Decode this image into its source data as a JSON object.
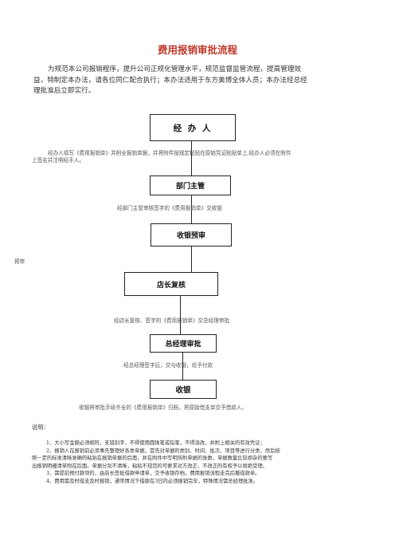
{
  "title": "费用报销审批流程",
  "intro": {
    "line1": "为规范本公司报销程序，提升公司正规化管理水平，规范监督监管流程，提高管理效",
    "line2": "益，特制定本办法，请各位同仁配合执行；本办法适用于东方美博全体人员；本办法经总经",
    "line3": "理批准后立即实行。"
  },
  "flow": {
    "step1": {
      "label": "经 办 人",
      "note_line1": "经办人填写《费用报销单》并附全报销单据，并将附件按规定粘贴在原始凭证粘贴单上,经办人必须在附件",
      "note_line2": "上签名并注明经手人。"
    },
    "step2": {
      "label": "部门主管",
      "note": "经部门主管审核签字的《费用报销单》交收银"
    },
    "step3": {
      "label": "收银预审",
      "side_note": "预审"
    },
    "step4": {
      "label": "店长复核",
      "note": "经店长复核、签字的《费用报销单》交总经理审批"
    },
    "step5": {
      "label": "总经理审批",
      "note": "经总经理签字后，交与收银，给予付款"
    },
    "step6": {
      "label": "收银",
      "note": "收银将审批手续齐全的《费用报销单》归档，将原始借支单交予借款人。"
    }
  },
  "explanation": {
    "label": "说明：",
    "items": [
      "1、大小写金额必须相符，无错别字，不得使用圆珠笔或铅笔，不得涂改，并附上相关的有效凭证；",
      "2、报销人在报销前必须事先整理好各类单据，首先对单据的类别、时间、批次、项目等进行分类，然后按",
      "照一定的标准清晰准确的粘贴在报销单据的后面，并在附件中写明所附单据的张数，单据数量比较烦杂的要写",
      "出报销明细清单附在后面。单据分别不清晰，粘贴不规范的可要求对方改正，不改正的有权予以拒绝受理。",
      "3、需提前预付款项的，由店长签批借款申请单，交予收银存档，费用报销流程走完后撤借款单。",
      "4、费用需及时借支及时报销，通常情况下借款在3日内必须报销完毕，特殊情况需总经理批准。"
    ]
  }
}
